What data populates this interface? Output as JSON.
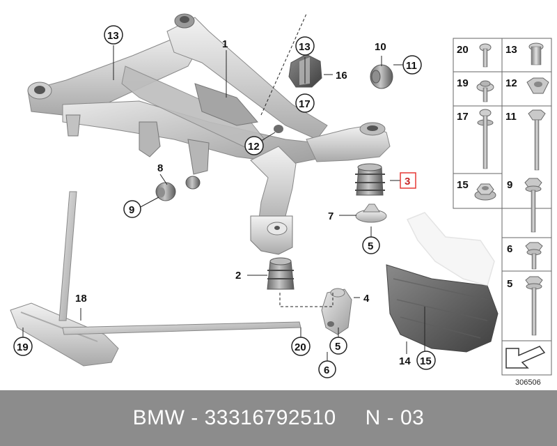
{
  "diagram": {
    "callouts": [
      {
        "id": "c1",
        "label": "1"
      },
      {
        "id": "c2",
        "label": "2"
      },
      {
        "id": "c3",
        "label": "3"
      },
      {
        "id": "c4",
        "label": "4"
      },
      {
        "id": "c5a",
        "label": "5"
      },
      {
        "id": "c5b",
        "label": "5"
      },
      {
        "id": "c6",
        "label": "6"
      },
      {
        "id": "c7",
        "label": "7"
      },
      {
        "id": "c8",
        "label": "8"
      },
      {
        "id": "c9",
        "label": "9"
      },
      {
        "id": "c10",
        "label": "10"
      },
      {
        "id": "c11",
        "label": "11"
      },
      {
        "id": "c12",
        "label": "12"
      },
      {
        "id": "c13a",
        "label": "13"
      },
      {
        "id": "c13b",
        "label": "13"
      },
      {
        "id": "c14",
        "label": "14"
      },
      {
        "id": "c15",
        "label": "15"
      },
      {
        "id": "c16",
        "label": "16"
      },
      {
        "id": "c17",
        "label": "17"
      },
      {
        "id": "c18",
        "label": "18"
      },
      {
        "id": "c19",
        "label": "19"
      },
      {
        "id": "c20",
        "label": "20"
      }
    ],
    "parts_table": [
      {
        "label": "20",
        "icon": "short-bolt-icon"
      },
      {
        "label": "13",
        "icon": "sleeve-nut-icon"
      },
      {
        "label": "19",
        "icon": "flange-screw-icon"
      },
      {
        "label": "12",
        "icon": "hex-nut-icon"
      },
      {
        "label": "17",
        "icon": "long-bolt-icon"
      },
      {
        "label": "11",
        "icon": "long-bolt-icon"
      },
      {
        "label": "15",
        "icon": "flange-nut-icon"
      },
      {
        "label": "9",
        "icon": "long-bolt-icon"
      },
      {
        "label": "6",
        "icon": "short-bolt-icon"
      },
      {
        "label": "5",
        "icon": "long-bolt-icon"
      }
    ],
    "diagram_code": "306506",
    "highlight_color": "#e53935"
  },
  "footer": {
    "brand_part": "BMW - 33316792510",
    "page": "N - 03"
  }
}
